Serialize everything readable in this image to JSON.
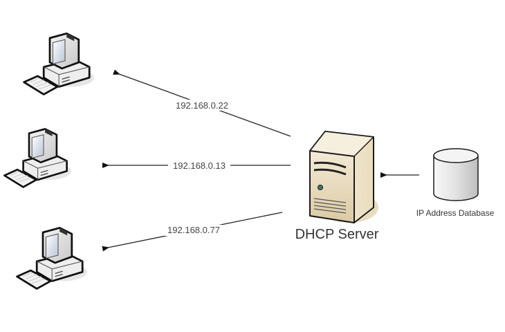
{
  "diagram": {
    "server": {
      "label": "DHCP Server",
      "icon": "server-tower-icon"
    },
    "database": {
      "label": "IP Address Database",
      "icon": "database-cylinder-icon"
    },
    "clients": [
      {
        "icon": "desktop-computer-icon",
        "ip": "192.168.0.22"
      },
      {
        "icon": "desktop-computer-icon",
        "ip": "192.168.0.13"
      },
      {
        "icon": "desktop-computer-icon",
        "ip": "192.168.0.77"
      }
    ],
    "edges": [
      {
        "from": "database",
        "to": "server"
      },
      {
        "from": "server",
        "to": "client-1",
        "label": "192.168.0.22"
      },
      {
        "from": "server",
        "to": "client-2",
        "label": "192.168.0.13"
      },
      {
        "from": "server",
        "to": "client-3",
        "label": "192.168.0.77"
      }
    ]
  }
}
